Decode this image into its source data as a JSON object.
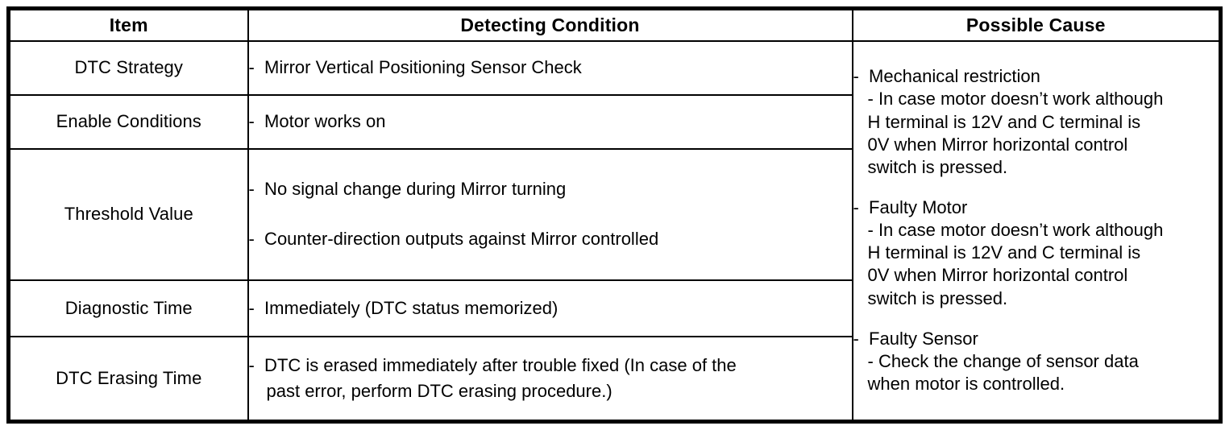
{
  "table": {
    "headers": {
      "item": "Item",
      "detecting_condition": "Detecting Condition",
      "possible_cause": "Possible Cause"
    },
    "rows": [
      {
        "item": "DTC Strategy",
        "condition_lines": [
          "-  Mirror Vertical Positioning Sensor Check"
        ]
      },
      {
        "item": "Enable Conditions",
        "condition_lines": [
          "-  Motor works on"
        ]
      },
      {
        "item": "Threshold Value",
        "condition_lines": [
          "-  No signal change during Mirror turning",
          "-  Counter-direction outputs against Mirror controlled"
        ]
      },
      {
        "item": "Diagnostic Time",
        "condition_lines": [
          "-  Immediately (DTC status memorized)"
        ]
      },
      {
        "item": "DTC Erasing Time",
        "condition_lines": [
          "-  DTC is erased immediately after trouble fixed (In case of the",
          "past error, perform DTC erasing procedure.)"
        ]
      }
    ],
    "possible_cause_blocks": [
      {
        "heading": "-  Mechanical restriction",
        "detail_lines": [
          "- In case motor doesn’t work although",
          "H terminal is 12V and C terminal is",
          "0V when Mirror horizontal control",
          "switch is pressed."
        ]
      },
      {
        "heading": "-  Faulty Motor",
        "detail_lines": [
          "- In case motor doesn’t work although",
          "H terminal is 12V and C terminal is",
          "0V when Mirror horizontal control",
          "switch is pressed."
        ]
      },
      {
        "heading": "-  Faulty Sensor",
        "detail_lines": [
          "- Check the change of sensor data",
          "when motor is controlled."
        ]
      }
    ]
  },
  "colors": {
    "border": "#000000",
    "text": "#000000",
    "background": "#ffffff"
  }
}
